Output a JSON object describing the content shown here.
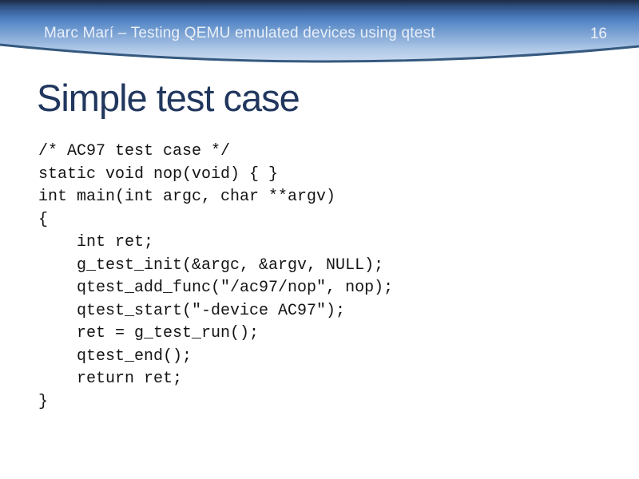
{
  "header": {
    "footer_text": "Marc Marí – Testing QEMU emulated devices using qtest",
    "slide_number": "16",
    "colors": {
      "gradient_stops": [
        "#1b2a44",
        "#2e4e7d",
        "#416ca9",
        "#5486c6",
        "#83a8d6",
        "#b2cae8",
        "#cbdaf0"
      ],
      "curve_stroke": "#35597f",
      "text": "#e9eff8"
    }
  },
  "slide": {
    "title": "Simple test case",
    "title_color": "#21375e",
    "code_color": "#141414",
    "code_lines": [
      "/* AC97 test case */",
      "static void nop(void) { }",
      "int main(int argc, char **argv)",
      "{",
      "    int ret;",
      "    g_test_init(&argc, &argv, NULL);",
      "    qtest_add_func(\"/ac97/nop\", nop);",
      "    qtest_start(\"-device AC97\");",
      "    ret = g_test_run();",
      "    qtest_end();",
      "    return ret;",
      "}"
    ]
  }
}
